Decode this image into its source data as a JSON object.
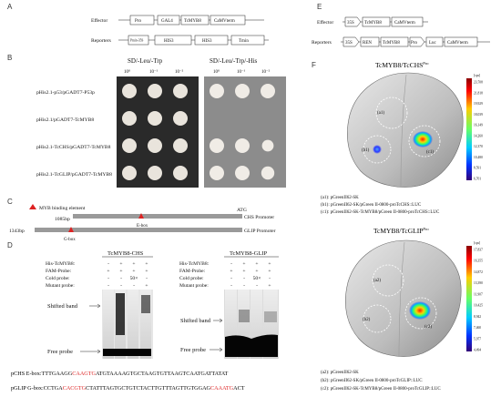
{
  "panels": {
    "A": "A",
    "B": "B",
    "C": "C",
    "D": "D",
    "E": "E",
    "F": "F"
  },
  "panelA": {
    "effector_label": "Effector",
    "reporters_label": "Reporters",
    "effector_parts": [
      "Pro",
      "GAL4",
      "TcMYB8",
      "CaMVterm"
    ],
    "reporter_parts": [
      "Pmin-35S",
      "HIS3",
      "HIS3",
      "Tmin"
    ]
  },
  "panelB": {
    "header_left": "SD/-Leu/-Trp",
    "header_right": "SD/-Leu/-Trp/-His",
    "dilutions": [
      "10⁰",
      "10⁻¹",
      "10⁻²"
    ],
    "rows": [
      {
        "label": "pHis2.1-p53/pGADT7-P53p",
        "left": [
          1,
          1,
          1
        ],
        "right": [
          1,
          1,
          1
        ]
      },
      {
        "label": "pHis2.1/pGADT7-TcMYB8",
        "left": [
          1,
          1,
          1
        ],
        "right": [
          0,
          0,
          0
        ]
      },
      {
        "label": "pHis2.1-TcCHS/pGADT7-TcMYB8",
        "left": [
          1,
          1,
          1
        ],
        "right": [
          1,
          1,
          0.8
        ]
      },
      {
        "label": "pHis2.1-TcGLIP/pGADT7-TcMYB8",
        "left": [
          1,
          1,
          1
        ],
        "right": [
          1,
          1,
          0.9
        ]
      }
    ]
  },
  "panelC": {
    "legend": "MYB binding element",
    "chs_length": "1085bp",
    "glip_length": "1343bp",
    "atg": "ATG",
    "chs_promoter": "CHS Promoter",
    "glip_promoter": "GLIP Promoter",
    "ebox": "E-box",
    "gbox": "G-box"
  },
  "panelD": {
    "left_title": "TcMYB8-CHS",
    "right_title": "TcMYB8-GLIP",
    "row_labels": [
      "His-TcMYB8:",
      "FAM-Probe:",
      "Cold probe:",
      "Mutant probe:"
    ],
    "left_marks": [
      [
        "-",
        "+",
        "+",
        "+"
      ],
      [
        "+",
        "+",
        "+",
        "+"
      ],
      [
        "-",
        "-",
        "50×",
        "-"
      ],
      [
        "-",
        "-",
        "-",
        "+"
      ]
    ],
    "right_marks": [
      [
        "-",
        "+",
        "+",
        "+"
      ],
      [
        "+",
        "+",
        "+",
        "+"
      ],
      [
        "-",
        "-",
        "50×",
        "-"
      ],
      [
        "-",
        "-",
        "-",
        "+"
      ]
    ],
    "shifted": "Shifted band",
    "free": "Free probe",
    "seq_chs_label": "pCHS E-box:",
    "seq_chs": [
      "TTTGAAGG",
      "CAAGTG",
      "ATGTAAAAGTGCTAAGTGTTAAGTCAATGATTATAT"
    ],
    "seq_glip_label": "pGLIP G-box:",
    "seq_glip": [
      "CCTGA",
      "CACGTG",
      "CTATTTAGTGCTGTCTACTTGTTTAGTTGTGGAG",
      "CAAATG",
      "ACT"
    ]
  },
  "panelE": {
    "effector_label": "Effector",
    "reporters_label": "Reporters",
    "effector_parts": [
      "35S",
      "TcMYB8",
      "CaMVterm"
    ],
    "reporter_parts": [
      "35S",
      "REN",
      "TcMYB8",
      "Pro",
      "Luc",
      "CaMVterm"
    ]
  },
  "panelF": {
    "top_title": "TcMYB8/TcCHS",
    "top_title_sup": "Pro",
    "bottom_title": "TcMYB8/TcGLIP",
    "bottom_title_sup": "Pro",
    "circle_top": [
      "(a1)",
      "(b1)",
      "(c1)"
    ],
    "circle_bottom": [
      "(a2)",
      "(b2)",
      "(c2)"
    ],
    "scale_unit": "[cps]",
    "scale_top": [
      "23,708",
      "21,818",
      "19,929",
      "18,039",
      "16,149",
      "14,260",
      "12,370",
      "10,480",
      "8,591",
      "6,701"
    ],
    "scale_bottom": [
      "17,837",
      "16,355",
      "14,872",
      "13,390",
      "11,907",
      "10,425",
      "8,942",
      "7,460",
      "5,977",
      "4,494"
    ],
    "legend_top": [
      "(a1): pGreenII62-SK",
      "(b1): pGreenII62-SK/pGreen II-0800-proTcCHS::LUC",
      "(c1): pGreenII62-SK-TcMYB8/pGreen II-0800-proTcCHS::LUC"
    ],
    "legend_bottom": [
      "(a2): pGreenII62-SK",
      "(b2): pGreenII62-SK/pGreen II-0800-proTcGLIP::LUC",
      "(c2): pGreenII62-SK-TcMYB8/pGreen II-0800-proTcGLIP::LUC"
    ]
  }
}
